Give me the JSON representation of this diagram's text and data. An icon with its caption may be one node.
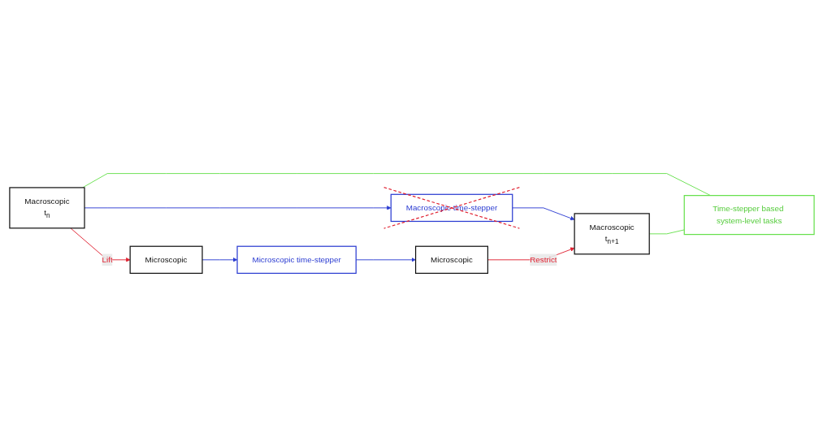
{
  "diagram": {
    "nodes": [
      {
        "text": [
          "Microscopic"
        ]
      },
      {
        "text": [
          "Microscopic time-stepper"
        ]
      },
      {
        "text": [
          "Microscopic"
        ]
      },
      {
        "text": [
          "Macroscopic",
          "t$_{n}$"
        ]
      },
      {
        "text": [
          "Macroscopic time-stepper"
        ]
      },
      {
        "text": [
          "Macroscopic",
          "t$_{n+1}$"
        ]
      },
      {
        "text": [
          "Time-stepper based system-level tasks"
        ]
      }
    ],
    "edges": [
      {
        "from": 0,
        "to": 1,
        "arrow": "to",
        "color": "#2a3bd1"
      },
      {
        "from": 1,
        "to": 2,
        "arrow": "to",
        "color": "#2a3bd1"
      },
      {
        "from": 3,
        "to": 4,
        "arrow": "to",
        "color": "#2a3bd1"
      },
      {
        "from": 4,
        "to": 5,
        "arrow": "to",
        "color": "#2a3bd1"
      },
      {
        "from": 3,
        "to": 0,
        "arrow": "to",
        "label": "Lift",
        "color": "#e02030"
      },
      {
        "from": 2,
        "to": 5,
        "arrow": "to",
        "label": "Restrict",
        "color": "#e02030"
      },
      {
        "from": 3,
        "to": 6,
        "arrow": "none",
        "color": "#66e04c"
      },
      {
        "from": 5,
        "to": 6,
        "arrow": "none",
        "color": "#66e04c"
      }
    ]
  }
}
